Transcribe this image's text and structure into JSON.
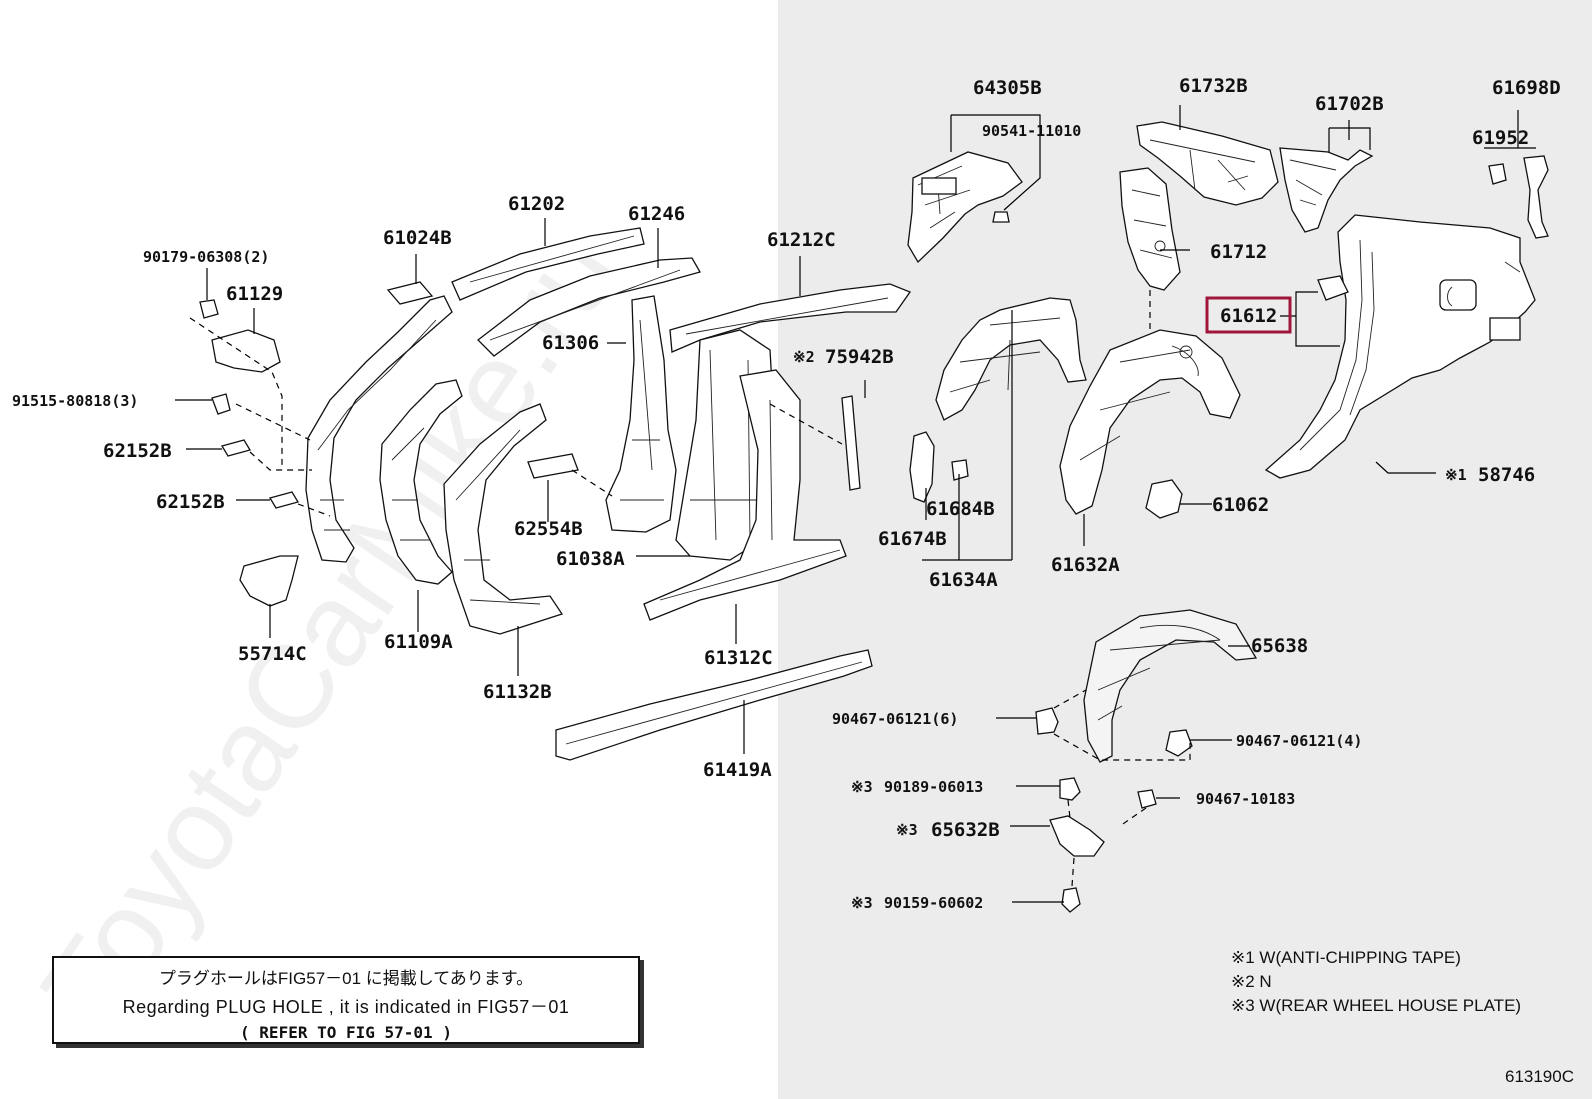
{
  "watermark": "ToyotaCarMike.ru",
  "highlight_color": "#a0163a",
  "labels": {
    "p64305B": "64305B",
    "p90541_11010": "90541-11010",
    "p61732B": "61732B",
    "p61702B": "61702B",
    "p61698D": "61698D",
    "p61952": "61952",
    "p61712": "61712",
    "p61612": "61612",
    "p90179": "90179-06308(2)",
    "p61024B": "61024B",
    "p61202": "61202",
    "p61246": "61246",
    "p61212C": "61212C",
    "p61129": "61129",
    "p61306": "61306",
    "p75942B": "75942B",
    "p91515": "91515-80818(3)",
    "p62152B_1": "62152B",
    "p62152B_2": "62152B",
    "p62554B": "62554B",
    "p61038A": "61038A",
    "p61684B": "61684B",
    "p61674B": "61674B",
    "p61634A": "61634A",
    "p61632A": "61632A",
    "p61062": "61062",
    "p58746": "58746",
    "p55714C": "55714C",
    "p61109A": "61109A",
    "p61132B": "61132B",
    "p61312C": "61312C",
    "p61419A": "61419A",
    "p65638": "65638",
    "p90467_06121_6": "90467-06121(6)",
    "p90467_06121_4": "90467-06121(4)",
    "p90189": "90189-06013",
    "p90467_10183": "90467-10183",
    "p65632B": "65632B",
    "p90159": "90159-60602"
  },
  "marks": {
    "m75942B": "※2",
    "m58746": "※1",
    "m90189": "※3",
    "m65632B": "※3",
    "m90159": "※3"
  },
  "note": {
    "line1": "プラグホールはFIG57－01 に掲載してあります。",
    "line2": "Regarding  PLUG HOLE , it is  indicated  in  FIG57－01",
    "line3": "(    REFER TO FIG 57-01  )"
  },
  "footnotes": [
    "※1 W(ANTI-CHIPPING TAPE)",
    "※2 N",
    "※3 W(REAR WHEEL HOUSE PLATE)"
  ],
  "figure_code": "613190C"
}
